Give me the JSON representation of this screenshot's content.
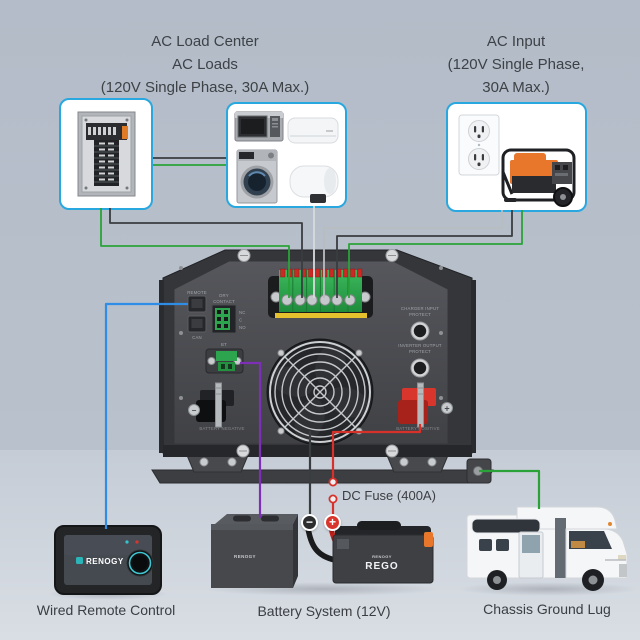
{
  "background": {
    "top": "#b5bec9",
    "floor": "#ccd3db"
  },
  "accent": {
    "box_border": "#29a8e0"
  },
  "wires": {
    "green": "#2aa238",
    "black": "#3a3d40",
    "gray": "#b9bdc1",
    "white": "#d9dbdd",
    "blue": "#2f8de6",
    "purple": "#7e2fb8",
    "red": "#d8302a"
  },
  "titles": {
    "ac_load_center": [
      "AC Load Center",
      "AC Loads",
      "(120V Single Phase, 30A Max.)"
    ],
    "ac_input": [
      "AC Input",
      "(120V Single Phase,",
      "30A Max.)"
    ]
  },
  "captions": {
    "wired_remote": "Wired Remote Control",
    "battery_system": "Battery System (12V)",
    "chassis_ground": "Chassis Ground Lug",
    "dc_fuse": "DC Fuse (400A)"
  },
  "inverter": {
    "remote_port": "REMOTE",
    "can_port": "CAN",
    "dry_contact_line1": "DRY",
    "dry_contact_line2": "CONTACT",
    "dry_pin_labels": [
      "NC",
      "C",
      "NO"
    ],
    "bt_port": "BT",
    "charger_breaker_line1": "CHARGER INPUT",
    "charger_breaker_line2": "PROTECT",
    "output_breaker_line1": "INVERTER OUTPUT",
    "output_breaker_line2": "PROTECT",
    "battery_negative": "BATTERY NEGATIVE",
    "battery_positive": "BATTERY POSITIVE",
    "minus_symbol": "−",
    "plus_symbol": "+"
  },
  "devices": {
    "remote_brand": "RENOGY",
    "left_battery_brand": "RENOGY",
    "rego_brand": "RENOGY",
    "rego_model": "REGO",
    "battery_minus": "−",
    "battery_plus": "+"
  }
}
